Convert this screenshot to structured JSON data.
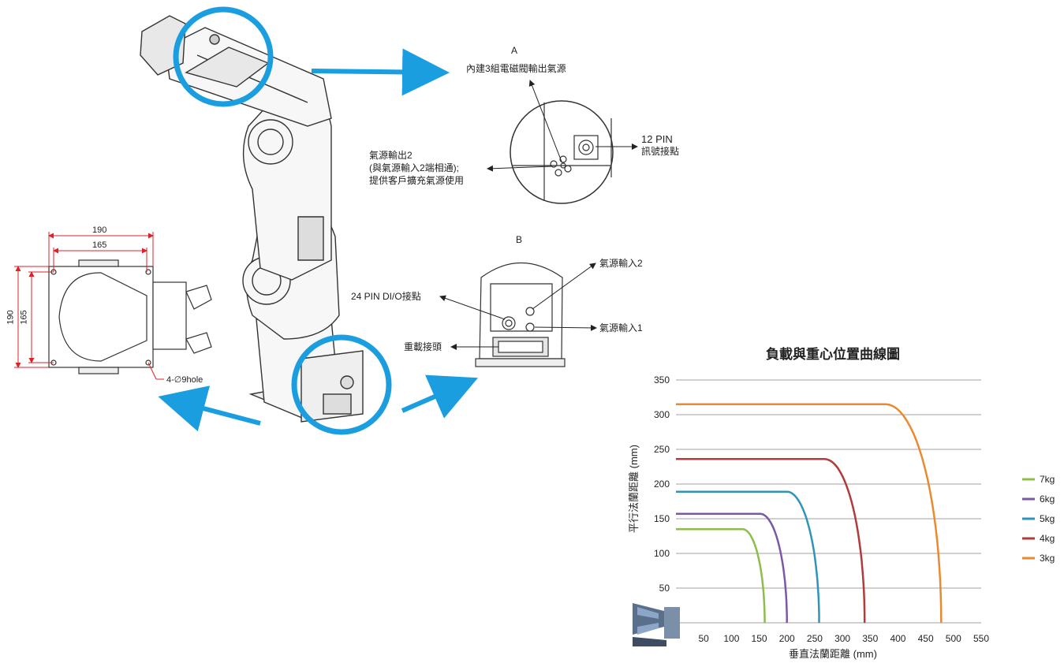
{
  "detail_a": {
    "letter": "A",
    "solenoid_note": "內建3組電磁閥輸出氣源",
    "signal_pin": "12 PIN",
    "signal_label": "訊號接點",
    "air_out_line1": "氣源輸出2",
    "air_out_line2": "(與氣源輸入2端相通);",
    "air_out_line3": "提供客戶擴充氣源使用"
  },
  "detail_b": {
    "letter": "B",
    "air_in2": "氣源輸入2",
    "dio": "24 PIN DI/O接點",
    "air_in1": "氣源輸入1",
    "power": "重載接頭"
  },
  "base_dims": {
    "width_outer": "190",
    "width_inner": "165",
    "height_outer": "190",
    "height_inner": "165",
    "hole_note": "4-∅9hole"
  },
  "colors": {
    "callout_circle": "#1a9ee0",
    "arrow": "#1a9ee0",
    "dimension": "#e0202a",
    "grid": "#a0a0a0"
  },
  "chart_data": {
    "type": "line",
    "title": "負載與重心位置曲線圖",
    "xlabel": "垂直法蘭距離 (mm)",
    "ylabel": "平行法蘭距離 (mm)",
    "xlim": [
      0,
      550
    ],
    "ylim": [
      0,
      350
    ],
    "x_ticks": [
      "50",
      "100",
      "150",
      "200",
      "250",
      "300",
      "350",
      "400",
      "450",
      "500",
      "550"
    ],
    "y_ticks": [
      "50",
      "100",
      "150",
      "200",
      "250",
      "300",
      "350"
    ],
    "grid": "horizontal",
    "legend_position": "right",
    "series": [
      {
        "name": "7kg",
        "color": "#8dbd4a",
        "flat_y": 135,
        "knee_x": 120,
        "end_x": 160
      },
      {
        "name": "6kg",
        "color": "#7a58a8",
        "flat_y": 157,
        "knee_x": 152,
        "end_x": 200
      },
      {
        "name": "5kg",
        "color": "#2f95b8",
        "flat_y": 189,
        "knee_x": 200,
        "end_x": 258
      },
      {
        "name": "4kg",
        "color": "#b23a3a",
        "flat_y": 236,
        "knee_x": 268,
        "end_x": 340
      },
      {
        "name": "3kg",
        "color": "#ea8a30",
        "flat_y": 315,
        "knee_x": 378,
        "end_x": 478
      }
    ]
  }
}
